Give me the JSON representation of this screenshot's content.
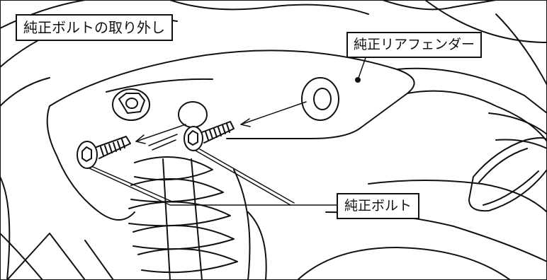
{
  "labels": {
    "title": "純正ボルトの取り外し",
    "rear_fender": "純正リアフェンダー",
    "bolt": "純正ボルト"
  },
  "colors": {
    "line": "#111111",
    "background": "#ffffff"
  }
}
